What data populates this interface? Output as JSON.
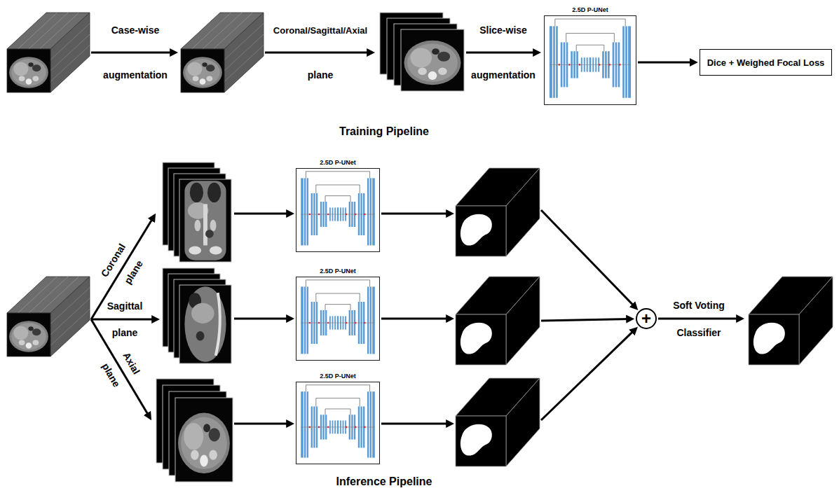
{
  "diagram": {
    "nodes": [
      {
        "text": [
          "2.5D P-UNet"
        ]
      },
      {
        "text": [
          "Dice + Weighed Focal Loss"
        ]
      },
      {
        "text": [
          "2.5D P-UNet"
        ]
      },
      {
        "text": [
          "2.5D P-UNet"
        ]
      },
      {
        "text": [
          "2.5D P-UNet"
        ]
      },
      {
        "text": [
          "+"
        ]
      }
    ],
    "edges": [
      {
        "from": 0,
        "to": 1,
        "arrow": "to"
      }
    ],
    "labels": [
      "Case-wise",
      "augmentation",
      "Coronal/Sagittal/Axial",
      "plane",
      "Slice-wise",
      "augmentation",
      "Training Pipeline",
      "Coronal",
      "plane",
      "Sagittal",
      "plane",
      "Axial",
      "plane",
      "Soft Voting",
      "Classifier",
      "Inference Pipeline"
    ]
  }
}
